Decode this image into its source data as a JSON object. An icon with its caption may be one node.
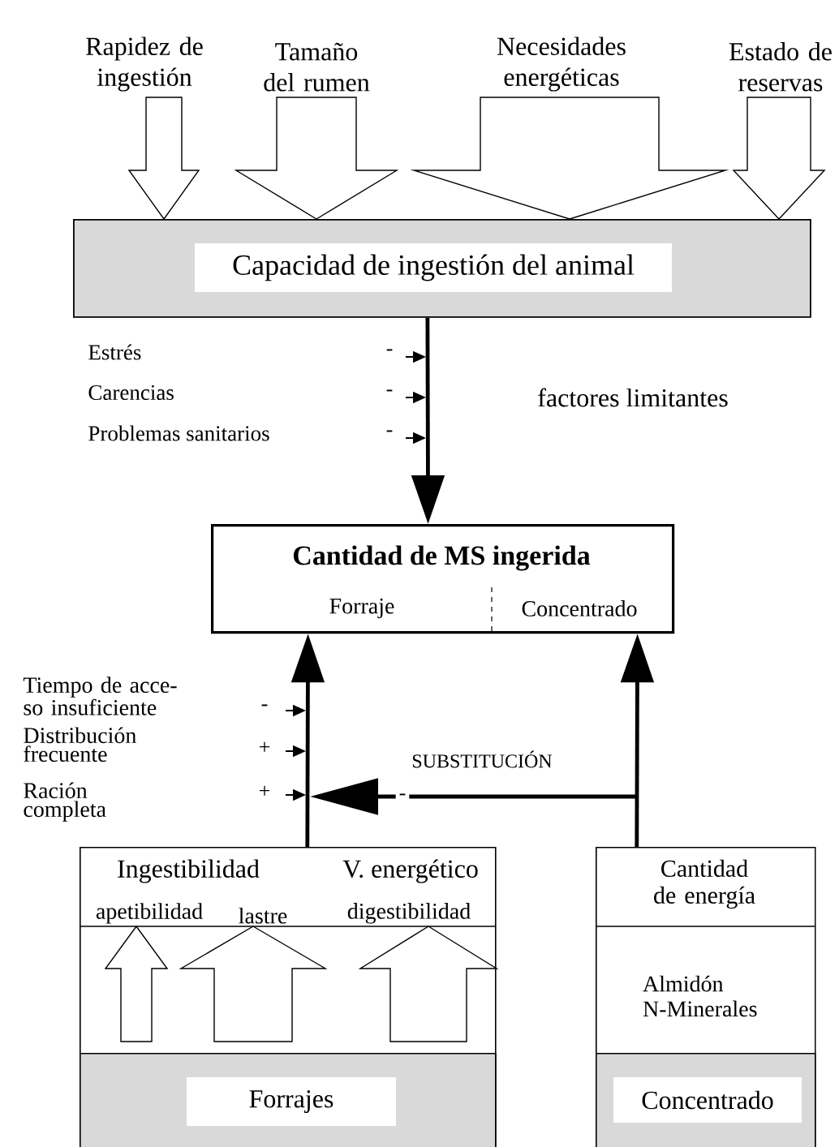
{
  "diagram": {
    "nodes": [
      {
        "text": [
          "Rapidez de ingestión"
        ]
      },
      {
        "text": [
          "Tamaño del rumen"
        ]
      },
      {
        "text": [
          "Necesidades energéticas"
        ]
      },
      {
        "text": [
          "Estado de reservas"
        ]
      },
      {
        "text": [
          "Capacidad de ingestión del animal"
        ]
      },
      {
        "text": [
          "Cantidad de MS ingerida",
          "Forraje",
          "Concentrado"
        ]
      },
      {
        "text": [
          "Ingestibilidad",
          "V. energético"
        ]
      },
      {
        "text": [
          "apetibilidad"
        ],
        "in": 6
      },
      {
        "text": [
          "lastre"
        ],
        "in": 6
      },
      {
        "text": [
          "digestibilidad"
        ],
        "in": 6
      },
      {
        "text": [
          "Forrajes"
        ],
        "in": 6
      },
      {
        "text": [
          "Cantidad de energía",
          "Almidón N-Minerales"
        ]
      },
      {
        "text": [
          "Concentrado"
        ],
        "in": 11
      }
    ],
    "edges": [
      {
        "from": 0,
        "to": 4,
        "arrow": "to"
      },
      {
        "from": 1,
        "to": 4,
        "arrow": "to"
      },
      {
        "from": 2,
        "to": 4,
        "arrow": "to"
      },
      {
        "from": 3,
        "to": 4,
        "arrow": "to"
      },
      {
        "from": 4,
        "to": 5,
        "arrow": "to"
      },
      {
        "from": 6,
        "to": 5,
        "arrow": "to"
      },
      {
        "from": 11,
        "to": 5,
        "arrow": "to"
      },
      {
        "from": 11,
        "to": null,
        "arrow": "to",
        "label": "-"
      },
      {
        "from": 10,
        "to": 7,
        "arrow": "to"
      },
      {
        "from": 10,
        "to": 8,
        "arrow": "to"
      },
      {
        "from": 10,
        "to": 9,
        "arrow": "to"
      }
    ],
    "labels": [
      "Estrés",
      "-",
      "Carencias",
      "-",
      "factores limitantes",
      "Problemas sanitarios",
      "-",
      "Tiempo de acce- so insuficiente",
      "-",
      "Distribución frecuente",
      "+",
      "SUBSTITUCIÓN",
      "Ración completa",
      "+"
    ]
  }
}
